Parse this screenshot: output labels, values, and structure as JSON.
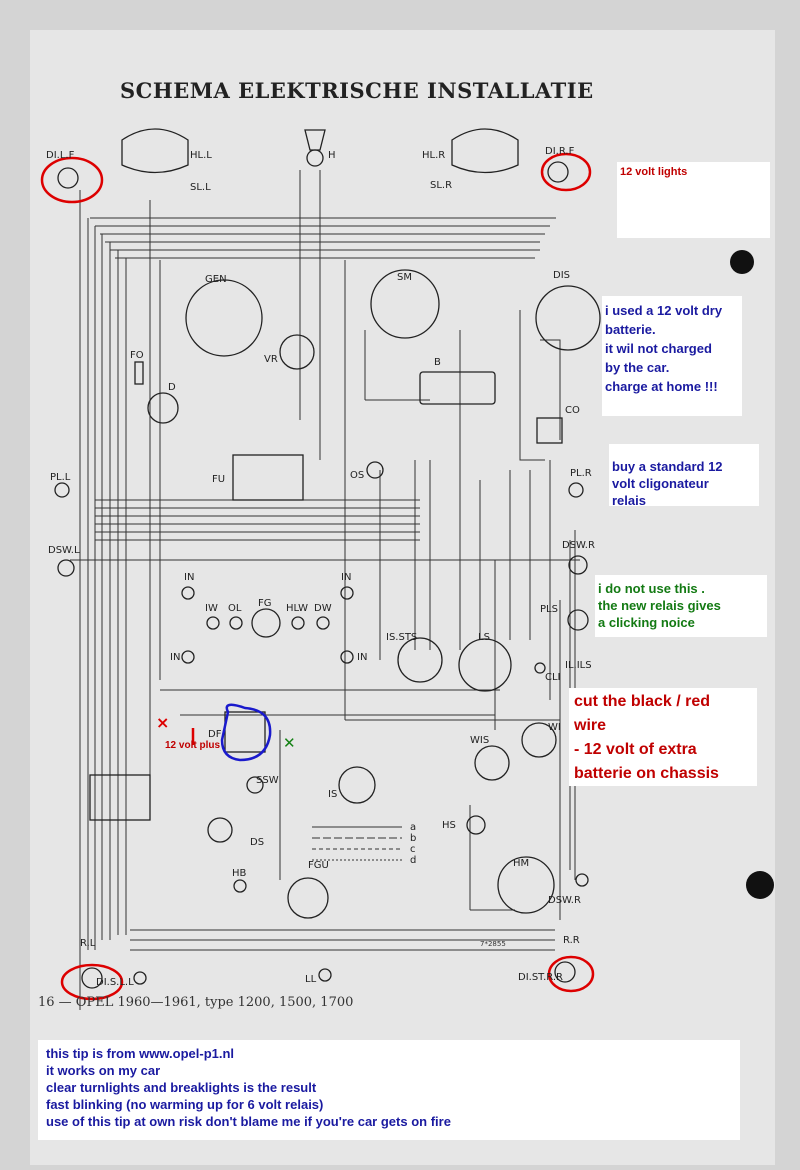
{
  "title": "SCHEMA ELEKTRISCHE INSTALLATIE",
  "footer": "16 — OPEL 1960—1961, type 1200, 1500, 1700",
  "notes": {
    "lights": "12 volt lights",
    "battery": [
      "i used a 12 volt dry",
      "batterie.",
      "it wil not charged",
      "by the car.",
      "charge at home !!!"
    ],
    "relais": [
      "buy a standard 12",
      "volt cligonateur",
      "relais"
    ],
    "unused": [
      "i do not use this .",
      "the new relais gives",
      "a clicking noice"
    ],
    "cut": [
      "cut the black / red",
      "wire",
      "- 12 volt of extra",
      "batterie on chassis"
    ],
    "plus": "12 volt plus",
    "tip": [
      "this tip is from www.opel-p1.nl",
      "it works on my car",
      "clear turnlights and breaklights is the result",
      "fast blinking (no warming up for 6 volt relais)",
      "use of this tip at own risk don't blame me if you're car gets on fire"
    ]
  },
  "components": {
    "dill": "DI.L.F",
    "hll": "HL.L",
    "sll": "SL.L",
    "horn": "H",
    "hlr": "HL.R",
    "slr": "SL.R",
    "dirf": "DI.R.F",
    "gen": "GEN",
    "sm": "SM",
    "dis": "DIS",
    "vr": "VR",
    "b": "B",
    "fo": "FO",
    "d": "D",
    "fu": "FU",
    "os": "OS",
    "co": "CO",
    "pll": "PL.L",
    "plr": "PL.R",
    "dswl": "DSW.L",
    "dswr": "DSW.R",
    "in1": "IN",
    "in2": "IN",
    "in3": "IN",
    "in4": "IN",
    "iw": "IW",
    "ol": "OL",
    "fg": "FG",
    "hlw": "HLW",
    "dw": "DW",
    "issts": "IS.STS",
    "ls": "LS",
    "pls": "PLS",
    "ilils": "IL.ILS",
    "cli": "CLI",
    "df": "DF",
    "wis": "WIS",
    "wi": "WI",
    "is": "IS",
    "ssw": "SSW",
    "ds": "DS",
    "hs": "HS",
    "hm": "HM",
    "dswr2": "DSW.R",
    "hb": "HB",
    "fgu": "FGU",
    "rl": "R.L",
    "disll": "DI.S.L.L",
    "ll": "LL",
    "rr": "R.R",
    "distrr": "DI.ST.R.R",
    "code": "7*2855"
  },
  "legend": [
    "a",
    "b",
    "c",
    "d"
  ],
  "marks": {
    "x1": "×",
    "x2": "✕"
  }
}
